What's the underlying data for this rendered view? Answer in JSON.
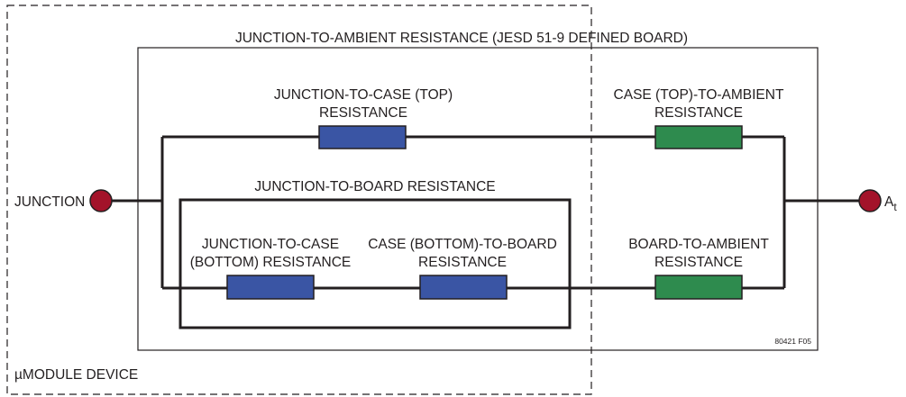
{
  "colors": {
    "line": "#231f20",
    "resistor_blue": "#3a55a4",
    "resistor_green": "#2e8b4e",
    "node_fill": "#a3132a"
  },
  "labels": {
    "junction_to_ambient": "JUNCTION-TO-AMBIENT RESISTANCE (JESD 51-9 DEFINED BOARD)",
    "junction_to_case_top": [
      "JUNCTION-TO-CASE (TOP)",
      "RESISTANCE"
    ],
    "case_top_to_ambient": [
      "CASE (TOP)-TO-AMBIENT",
      "RESISTANCE"
    ],
    "junction_to_board": "JUNCTION-TO-BOARD RESISTANCE",
    "junction_to_case_bottom": [
      "JUNCTION-TO-CASE",
      "(BOTTOM) RESISTANCE"
    ],
    "case_bottom_to_board": [
      "CASE (BOTTOM)-TO-BOARD",
      "RESISTANCE"
    ],
    "board_to_ambient": [
      "BOARD-TO-AMBIENT",
      "RESISTANCE"
    ],
    "junction": "JUNCTION",
    "ambient": "A",
    "ambient_sub": "t",
    "device": "µMODULE DEVICE",
    "figure_id": "80421 F05"
  }
}
